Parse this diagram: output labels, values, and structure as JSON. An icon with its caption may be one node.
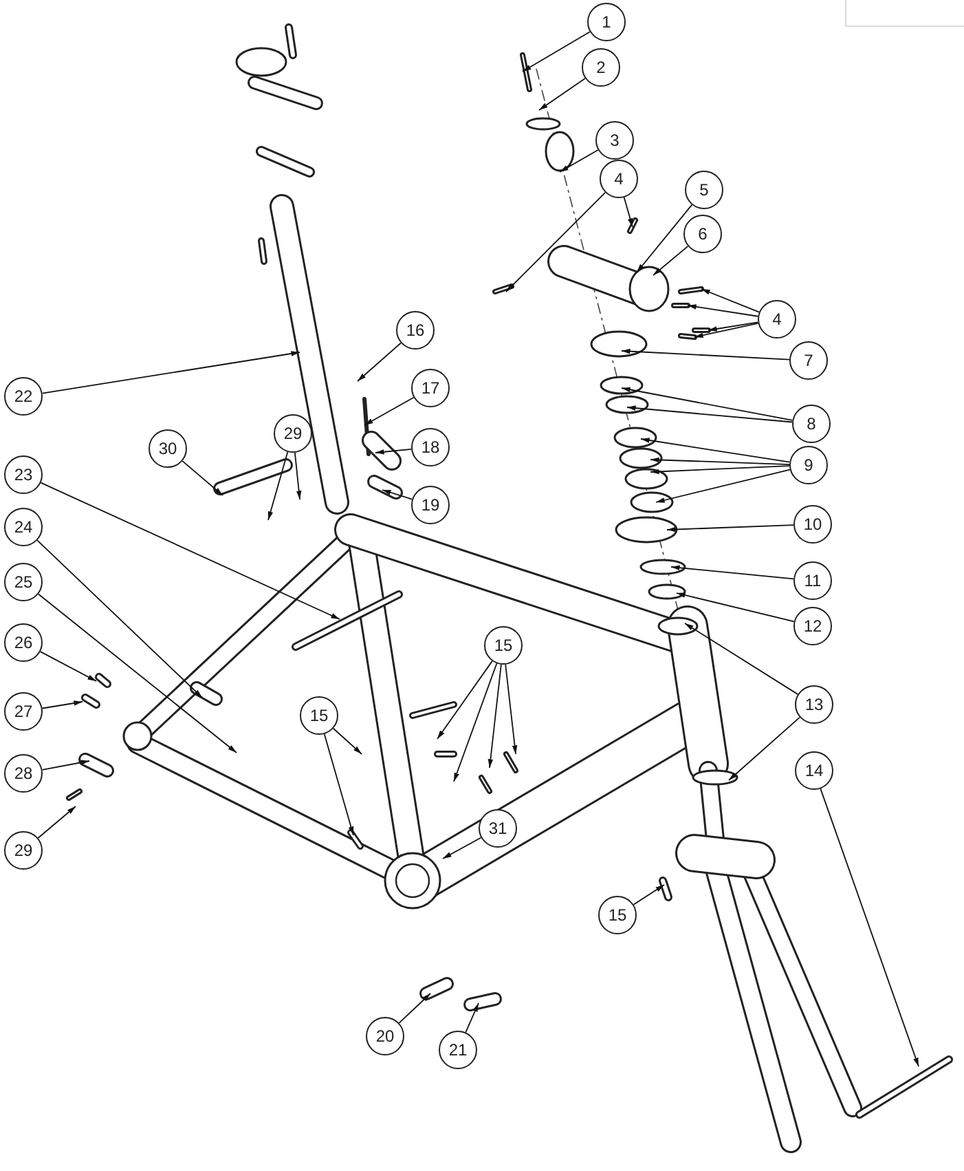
{
  "diagram": {
    "nodes": [
      {
        "text": [
          "1"
        ]
      },
      {
        "text": [
          "2"
        ]
      },
      {
        "text": [
          "3"
        ]
      },
      {
        "text": [
          "4"
        ]
      },
      {
        "text": [
          "5"
        ]
      },
      {
        "text": [
          "6"
        ]
      },
      {
        "text": [
          "4"
        ]
      },
      {
        "text": [
          "7"
        ]
      },
      {
        "text": [
          "8"
        ]
      },
      {
        "text": [
          "9"
        ]
      },
      {
        "text": [
          "10"
        ]
      },
      {
        "text": [
          "11"
        ]
      },
      {
        "text": [
          "12"
        ]
      },
      {
        "text": [
          "13"
        ]
      },
      {
        "text": [
          "14"
        ]
      },
      {
        "text": [
          "15"
        ]
      },
      {
        "text": [
          "16"
        ]
      },
      {
        "text": [
          "17"
        ]
      },
      {
        "text": [
          "18"
        ]
      },
      {
        "text": [
          "19"
        ]
      },
      {
        "text": [
          "22"
        ]
      },
      {
        "text": [
          "23"
        ]
      },
      {
        "text": [
          "24"
        ]
      },
      {
        "text": [
          "25"
        ]
      },
      {
        "text": [
          "26"
        ]
      },
      {
        "text": [
          "27"
        ]
      },
      {
        "text": [
          "28"
        ]
      },
      {
        "text": [
          "29"
        ]
      },
      {
        "text": [
          "30"
        ]
      },
      {
        "text": [
          "29"
        ]
      },
      {
        "text": [
          "15"
        ]
      },
      {
        "text": [
          "31"
        ]
      },
      {
        "text": [
          "20"
        ]
      },
      {
        "text": [
          "21"
        ]
      },
      {
        "text": [
          "15"
        ]
      }
    ],
    "edges": [
      {
        "from": 0,
        "to": null,
        "arrow": "to"
      },
      {
        "from": 1,
        "to": null,
        "arrow": "to"
      },
      {
        "from": 2,
        "to": null,
        "arrow": "to"
      },
      {
        "from": 3,
        "to": null,
        "arrow": "to"
      },
      {
        "from": 3,
        "to": null,
        "arrow": "to"
      },
      {
        "from": 4,
        "to": null,
        "arrow": "to"
      },
      {
        "from": 5,
        "to": null,
        "arrow": "to"
      },
      {
        "from": 6,
        "to": null,
        "arrow": "to"
      },
      {
        "from": 6,
        "to": null,
        "arrow": "to"
      },
      {
        "from": 6,
        "to": null,
        "arrow": "to"
      },
      {
        "from": 6,
        "to": null,
        "arrow": "to"
      },
      {
        "from": 7,
        "to": null,
        "arrow": "to"
      },
      {
        "from": 8,
        "to": null,
        "arrow": "to"
      },
      {
        "from": 8,
        "to": null,
        "arrow": "to"
      },
      {
        "from": 9,
        "to": null,
        "arrow": "to"
      },
      {
        "from": 9,
        "to": null,
        "arrow": "to"
      },
      {
        "from": 9,
        "to": null,
        "arrow": "to"
      },
      {
        "from": 9,
        "to": null,
        "arrow": "to"
      },
      {
        "from": 10,
        "to": null,
        "arrow": "to"
      },
      {
        "from": 11,
        "to": null,
        "arrow": "to"
      },
      {
        "from": 12,
        "to": null,
        "arrow": "to"
      },
      {
        "from": 13,
        "to": null,
        "arrow": "to"
      },
      {
        "from": 13,
        "to": null,
        "arrow": "to"
      },
      {
        "from": 14,
        "to": null,
        "arrow": "to"
      },
      {
        "from": 15,
        "to": null,
        "arrow": "to"
      },
      {
        "from": 15,
        "to": null,
        "arrow": "to"
      },
      {
        "from": 15,
        "to": null,
        "arrow": "to"
      },
      {
        "from": 15,
        "to": null,
        "arrow": "to"
      },
      {
        "from": 16,
        "to": null,
        "arrow": "to"
      },
      {
        "from": 17,
        "to": null,
        "arrow": "to"
      },
      {
        "from": 18,
        "to": null,
        "arrow": "to"
      },
      {
        "from": 19,
        "to": null,
        "arrow": "to"
      },
      {
        "from": 20,
        "to": null,
        "arrow": "to"
      },
      {
        "from": 21,
        "to": null,
        "arrow": "to"
      },
      {
        "from": 22,
        "to": null,
        "arrow": "to"
      },
      {
        "from": 23,
        "to": null,
        "arrow": "to"
      },
      {
        "from": 24,
        "to": null,
        "arrow": "to"
      },
      {
        "from": 25,
        "to": null,
        "arrow": "to"
      },
      {
        "from": 26,
        "to": null,
        "arrow": "to"
      },
      {
        "from": 27,
        "to": null,
        "arrow": "to"
      },
      {
        "from": 27,
        "to": null,
        "arrow": "to"
      },
      {
        "from": 28,
        "to": null,
        "arrow": "to"
      },
      {
        "from": 29,
        "to": null,
        "arrow": "to"
      },
      {
        "from": 30,
        "to": null,
        "arrow": "to"
      },
      {
        "from": 30,
        "to": null,
        "arrow": "to"
      },
      {
        "from": 31,
        "to": null,
        "arrow": "to"
      },
      {
        "from": 32,
        "to": null,
        "arrow": "to"
      },
      {
        "from": 33,
        "to": null,
        "arrow": "to"
      },
      {
        "from": 34,
        "to": null,
        "arrow": "to"
      }
    ]
  }
}
